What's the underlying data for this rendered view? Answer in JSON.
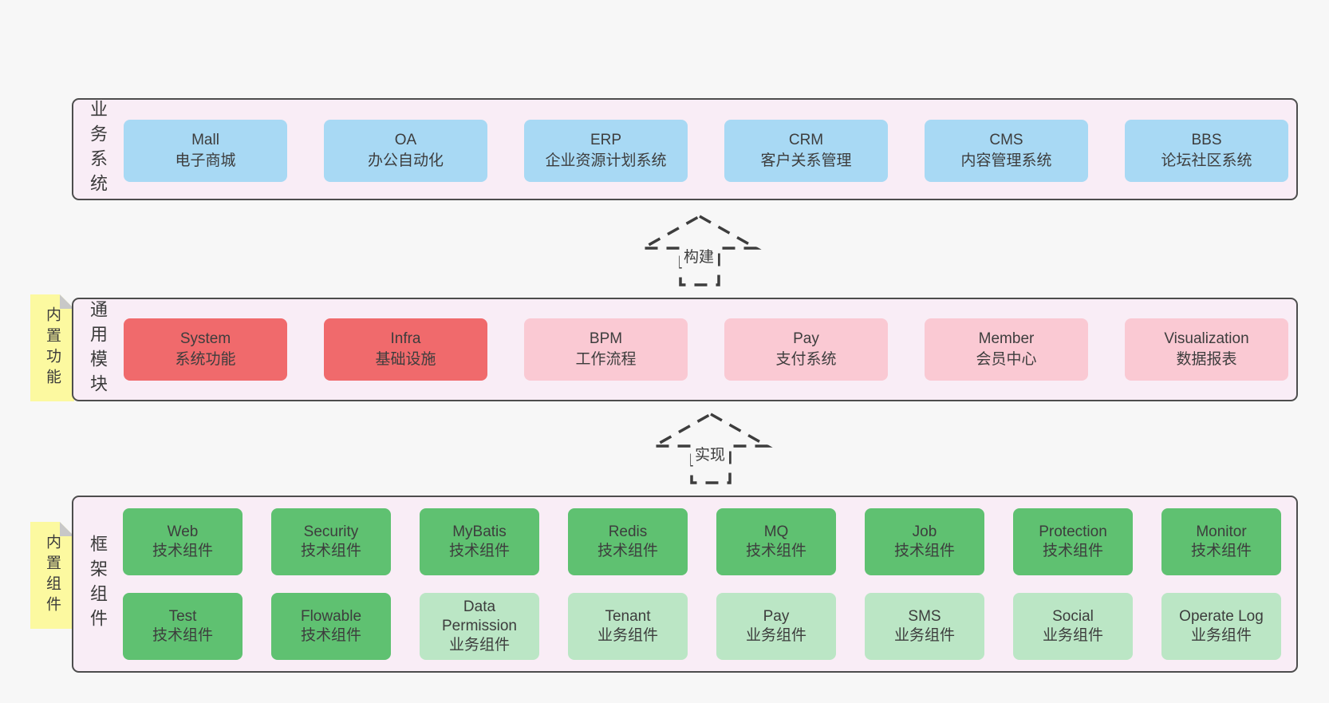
{
  "colors": {
    "page_bg": "#f7f7f7",
    "band_bg": "#f9edf6",
    "band_border": "#4d4d4d",
    "blue": "#a8d9f4",
    "red": "#f06a6c",
    "pink": "#fac9d3",
    "green": "#5fc171",
    "lightgreen": "#bbe6c5",
    "note_yellow": "#fcf9a0",
    "note_fold": "#c8c8c8",
    "text": "#3d3d3d",
    "arrow_stroke": "#3d3d3d"
  },
  "bands": [
    {
      "label": "业务系统",
      "rows": [
        [
          {
            "title": "Mall",
            "subtitle": "电子商城",
            "color": "blue"
          },
          {
            "title": "OA",
            "subtitle": "办公自动化",
            "color": "blue"
          },
          {
            "title": "ERP",
            "subtitle": "企业资源计划系统",
            "color": "blue"
          },
          {
            "title": "CRM",
            "subtitle": "客户关系管理",
            "color": "blue"
          },
          {
            "title": "CMS",
            "subtitle": "内容管理系统",
            "color": "blue"
          },
          {
            "title": "BBS",
            "subtitle": "论坛社区系统",
            "color": "blue"
          }
        ]
      ]
    },
    {
      "label": "通用模块",
      "note": "内置功能",
      "rows": [
        [
          {
            "title": "System",
            "subtitle": "系统功能",
            "color": "red"
          },
          {
            "title": "Infra",
            "subtitle": "基础设施",
            "color": "red"
          },
          {
            "title": "BPM",
            "subtitle": "工作流程",
            "color": "pink"
          },
          {
            "title": "Pay",
            "subtitle": "支付系统",
            "color": "pink"
          },
          {
            "title": "Member",
            "subtitle": "会员中心",
            "color": "pink"
          },
          {
            "title": "Visualization",
            "subtitle": "数据报表",
            "color": "pink"
          }
        ]
      ]
    },
    {
      "label": "框架组件",
      "note": "内置组件",
      "rows": [
        [
          {
            "title": "Web",
            "subtitle": "技术组件",
            "color": "green"
          },
          {
            "title": "Security",
            "subtitle": "技术组件",
            "color": "green"
          },
          {
            "title": "MyBatis",
            "subtitle": "技术组件",
            "color": "green"
          },
          {
            "title": "Redis",
            "subtitle": "技术组件",
            "color": "green"
          },
          {
            "title": "MQ",
            "subtitle": "技术组件",
            "color": "green"
          },
          {
            "title": "Job",
            "subtitle": "技术组件",
            "color": "green"
          },
          {
            "title": "Protection",
            "subtitle": "技术组件",
            "color": "green"
          },
          {
            "title": "Monitor",
            "subtitle": "技术组件",
            "color": "green"
          }
        ],
        [
          {
            "title": "Test",
            "subtitle": "技术组件",
            "color": "green"
          },
          {
            "title": "Flowable",
            "subtitle": "技术组件",
            "color": "green"
          },
          {
            "title": "Data Permission",
            "subtitle": "业务组件",
            "color": "lightgreen"
          },
          {
            "title": "Tenant",
            "subtitle": "业务组件",
            "color": "lightgreen"
          },
          {
            "title": "Pay",
            "subtitle": "业务组件",
            "color": "lightgreen"
          },
          {
            "title": "SMS",
            "subtitle": "业务组件",
            "color": "lightgreen"
          },
          {
            "title": "Social",
            "subtitle": "业务组件",
            "color": "lightgreen"
          },
          {
            "title": "Operate Log",
            "subtitle": "业务组件",
            "color": "lightgreen"
          }
        ]
      ]
    }
  ],
  "arrows": [
    {
      "label": "构建"
    },
    {
      "label": "实现"
    }
  ]
}
